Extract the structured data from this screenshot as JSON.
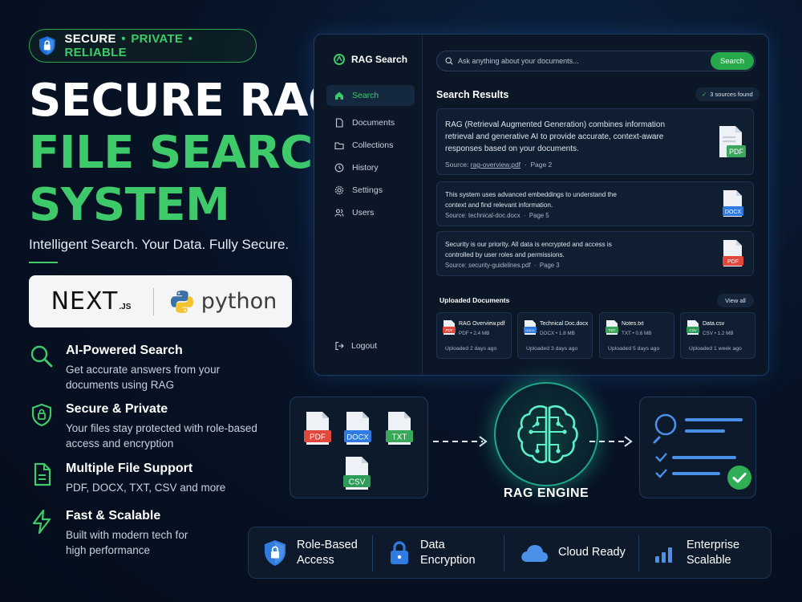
{
  "badge": {
    "word1": "SECURE",
    "word2": "PRIVATE",
    "word3": "RELIABLE",
    "separator": "•"
  },
  "hero": {
    "line1": "SECURE RAG",
    "line2": "FILE SEARCH",
    "line3": "SYSTEM",
    "tagline": "Intelligent Search. Your Data. Fully Secure."
  },
  "tech": {
    "next_main": "NEXT",
    "next_suffix": ".JS",
    "python": "python"
  },
  "features": [
    {
      "title": "AI-Powered Search",
      "line1": "Get accurate answers from your",
      "line2": "documents using RAG"
    },
    {
      "title": "Secure & Private",
      "line1": "Your files stay protected with role-based",
      "line2": "access and encryption"
    },
    {
      "title": "Multiple File Support",
      "line1": "PDF, DOCX, TXT, CSV and more",
      "line2": ""
    },
    {
      "title": "Fast & Scalable",
      "line1": "Built with modern tech for",
      "line2": "high performance"
    }
  ],
  "app": {
    "brand": "RAG Search",
    "nav": [
      "Search",
      "Documents",
      "Collections",
      "History",
      "Settings",
      "Users"
    ],
    "logout": "Logout",
    "search_placeholder": "Ask anything about your documents...",
    "search_button": "Search",
    "results_title": "Search Results",
    "sources_found": "3 sources found",
    "results": [
      {
        "lines": [
          "RAG (Retrieval Augmented Generation) combines information",
          "retrieval and generative AI to provide accurate, context-aware",
          "responses based on your documents."
        ],
        "source_label": "Source:",
        "source_file": "rag-overview.pdf",
        "page": "Page 2",
        "type": "PDF"
      },
      {
        "lines": [
          "This system uses advanced embeddings to understand the",
          "context and find relevant information."
        ],
        "source_label": "Source:",
        "source_file": "technical-doc.docx",
        "page": "Page 5",
        "type": "DOCX"
      },
      {
        "lines": [
          "Security is our priority. All data is encrypted and access is",
          "controlled by user roles and permissions."
        ],
        "source_label": "Source:",
        "source_file": "security-guidelines.pdf",
        "page": "Page 3",
        "type": "PDF"
      }
    ],
    "uploaded_title": "Uploaded Documents",
    "view_all": "View all",
    "documents": [
      {
        "name": "RAG Overview.pdf",
        "type": "PDF",
        "size": "2.4 MB",
        "uploaded": "Uploaded 2 days ago"
      },
      {
        "name": "Technical Doc.docx",
        "type": "DOCX",
        "size": "1.8 MB",
        "uploaded": "Uploaded 3 days ago"
      },
      {
        "name": "Notes.txt",
        "type": "TXT",
        "size": "0.6 MB",
        "uploaded": "Uploaded 5 days ago"
      },
      {
        "name": "Data.csv",
        "type": "CSV",
        "size": "1.2 MB",
        "uploaded": "Uploaded 1 week ago"
      }
    ]
  },
  "pipeline": {
    "file_types": [
      "PDF",
      "DOCX",
      "TXT",
      "CSV"
    ],
    "engine_label": "RAG ENGINE"
  },
  "bottom_features": [
    {
      "line1": "Role-Based",
      "line2": "Access"
    },
    {
      "line1": "Data",
      "line2": "Encryption"
    },
    {
      "line1": "Cloud Ready",
      "line2": ""
    },
    {
      "line1": "Enterprise",
      "line2": "Scalable"
    }
  ],
  "colors": {
    "accent_green": "#3ec96a",
    "pdf_red": "#e0483c",
    "docx_blue": "#2f7be0",
    "txt_green": "#3aa75a",
    "csv_green": "#2f9b58",
    "icon_blue": "#4a8fe8"
  }
}
